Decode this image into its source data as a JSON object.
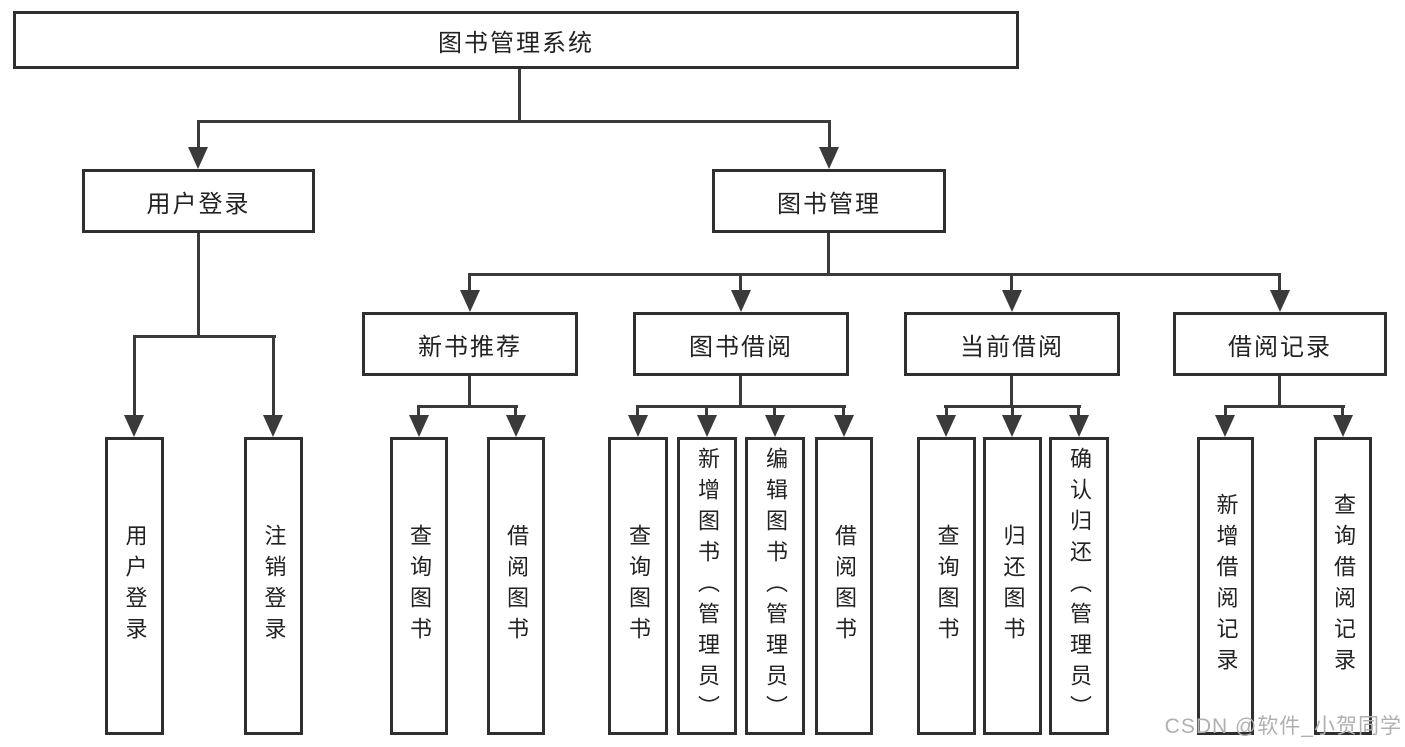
{
  "diagram": {
    "title": "图书管理系统",
    "root": {
      "label": "图书管理系统"
    },
    "branches": [
      {
        "label": "用户登录",
        "children": [
          {
            "label": "用户登录"
          },
          {
            "label": "注销登录"
          }
        ]
      },
      {
        "label": "图书管理",
        "sections": [
          {
            "label": "新书推荐",
            "children": [
              {
                "label": "查询图书"
              },
              {
                "label": "借阅图书"
              }
            ]
          },
          {
            "label": "图书借阅",
            "children": [
              {
                "label": "查询图书"
              },
              {
                "label": "新增图书（管理员）"
              },
              {
                "label": "编辑图书（管理员）"
              },
              {
                "label": "借阅图书"
              }
            ]
          },
          {
            "label": "当前借阅",
            "children": [
              {
                "label": "查询图书"
              },
              {
                "label": "归还图书"
              },
              {
                "label": "确认归还（管理员）"
              }
            ]
          },
          {
            "label": "借阅记录",
            "children": [
              {
                "label": "新增借阅记录"
              },
              {
                "label": "查询借阅记录"
              }
            ]
          }
        ]
      }
    ]
  },
  "watermark": "CSDN @软件_小贺同学",
  "colors": {
    "line": "#3a3a3a",
    "border": "#2f2f2f",
    "text": "#222222",
    "bg": "#ffffff",
    "watermark": "#b0b0b0"
  }
}
